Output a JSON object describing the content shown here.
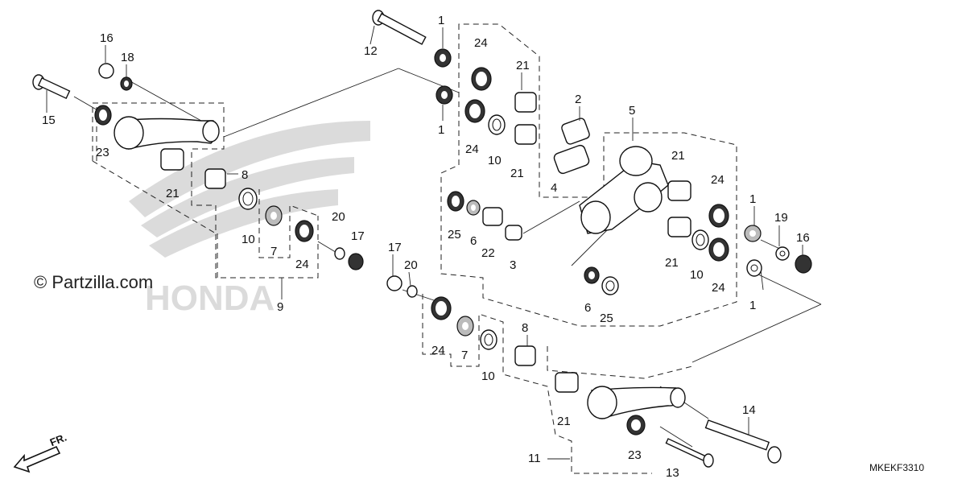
{
  "watermark": {
    "copyright": "© Partzilla.com",
    "brand_logo": "HONDA"
  },
  "drawing_code": "MKEKF3310",
  "direction_label": "FR.",
  "callouts": [
    {
      "id": "c16a",
      "text": "16"
    },
    {
      "id": "c18",
      "text": "18"
    },
    {
      "id": "c15",
      "text": "15"
    },
    {
      "id": "c23a",
      "text": "23"
    },
    {
      "id": "c21a",
      "text": "21"
    },
    {
      "id": "c8a",
      "text": "8"
    },
    {
      "id": "c10a",
      "text": "10"
    },
    {
      "id": "c7a",
      "text": "7"
    },
    {
      "id": "c24a",
      "text": "24"
    },
    {
      "id": "c20a",
      "text": "20"
    },
    {
      "id": "c17a",
      "text": "17"
    },
    {
      "id": "c9",
      "text": "9"
    },
    {
      "id": "c12",
      "text": "12"
    },
    {
      "id": "c1a",
      "text": "1"
    },
    {
      "id": "c1b",
      "text": "1"
    },
    {
      "id": "c24b",
      "text": "24"
    },
    {
      "id": "c24c",
      "text": "24"
    },
    {
      "id": "c21b",
      "text": "21"
    },
    {
      "id": "c21c",
      "text": "21"
    },
    {
      "id": "c10b",
      "text": "10"
    },
    {
      "id": "c2",
      "text": "2"
    },
    {
      "id": "c4",
      "text": "4"
    },
    {
      "id": "c5",
      "text": "5"
    },
    {
      "id": "c21d",
      "text": "21"
    },
    {
      "id": "c24d",
      "text": "24"
    },
    {
      "id": "c1c",
      "text": "1"
    },
    {
      "id": "c19",
      "text": "19"
    },
    {
      "id": "c16b",
      "text": "16"
    },
    {
      "id": "c21e",
      "text": "21"
    },
    {
      "id": "c10c",
      "text": "10"
    },
    {
      "id": "c24e",
      "text": "24"
    },
    {
      "id": "c1d",
      "text": "1"
    },
    {
      "id": "c25a",
      "text": "25"
    },
    {
      "id": "c6a",
      "text": "6"
    },
    {
      "id": "c22",
      "text": "22"
    },
    {
      "id": "c3",
      "text": "3"
    },
    {
      "id": "c6b",
      "text": "6"
    },
    {
      "id": "c25b",
      "text": "25"
    },
    {
      "id": "c17b",
      "text": "17"
    },
    {
      "id": "c20b",
      "text": "20"
    },
    {
      "id": "c24f",
      "text": "24"
    },
    {
      "id": "c7b",
      "text": "7"
    },
    {
      "id": "c10d",
      "text": "10"
    },
    {
      "id": "c8b",
      "text": "8"
    },
    {
      "id": "c21f",
      "text": "21"
    },
    {
      "id": "c14",
      "text": "14"
    },
    {
      "id": "c23b",
      "text": "23"
    },
    {
      "id": "c11",
      "text": "11"
    },
    {
      "id": "c13",
      "text": "13"
    }
  ]
}
